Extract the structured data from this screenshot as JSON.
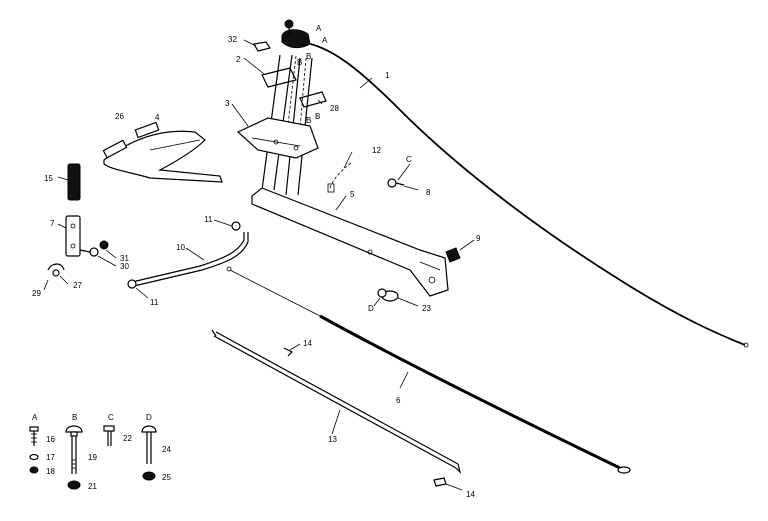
{
  "diagram": {
    "callouts": [
      {
        "key": "a_top",
        "text": "A"
      },
      {
        "key": "a_top2",
        "text": "A"
      },
      {
        "key": "p32",
        "text": "32"
      },
      {
        "key": "p1",
        "text": "1"
      },
      {
        "key": "p2",
        "text": "2"
      },
      {
        "key": "b1",
        "text": "B"
      },
      {
        "key": "b2",
        "text": "B"
      },
      {
        "key": "p28",
        "text": "28"
      },
      {
        "key": "p3",
        "text": "3"
      },
      {
        "key": "b3",
        "text": "B"
      },
      {
        "key": "b4",
        "text": "B"
      },
      {
        "key": "p26",
        "text": "26"
      },
      {
        "key": "p4",
        "text": "4"
      },
      {
        "key": "p12",
        "text": "12"
      },
      {
        "key": "c1",
        "text": "C"
      },
      {
        "key": "p8",
        "text": "8"
      },
      {
        "key": "p15",
        "text": "15"
      },
      {
        "key": "p5",
        "text": "5"
      },
      {
        "key": "p11a",
        "text": "11"
      },
      {
        "key": "p7",
        "text": "7"
      },
      {
        "key": "p9",
        "text": "9"
      },
      {
        "key": "p10",
        "text": "10"
      },
      {
        "key": "p31",
        "text": "31"
      },
      {
        "key": "p30",
        "text": "30"
      },
      {
        "key": "p27",
        "text": "27"
      },
      {
        "key": "p29",
        "text": "29"
      },
      {
        "key": "p11b",
        "text": "11"
      },
      {
        "key": "d1",
        "text": "D"
      },
      {
        "key": "p23",
        "text": "23"
      },
      {
        "key": "p14a",
        "text": "14"
      },
      {
        "key": "p6",
        "text": "6"
      },
      {
        "key": "p13",
        "text": "13"
      },
      {
        "key": "p14b",
        "text": "14"
      }
    ],
    "legend": {
      "letters": {
        "a": "A",
        "b": "B",
        "c": "C",
        "d": "D"
      },
      "numbers": {
        "n16": "16",
        "n17": "17",
        "n18": "18",
        "n19": "19",
        "n21": "21",
        "n22": "22",
        "n24": "24",
        "n25": "25"
      }
    }
  }
}
